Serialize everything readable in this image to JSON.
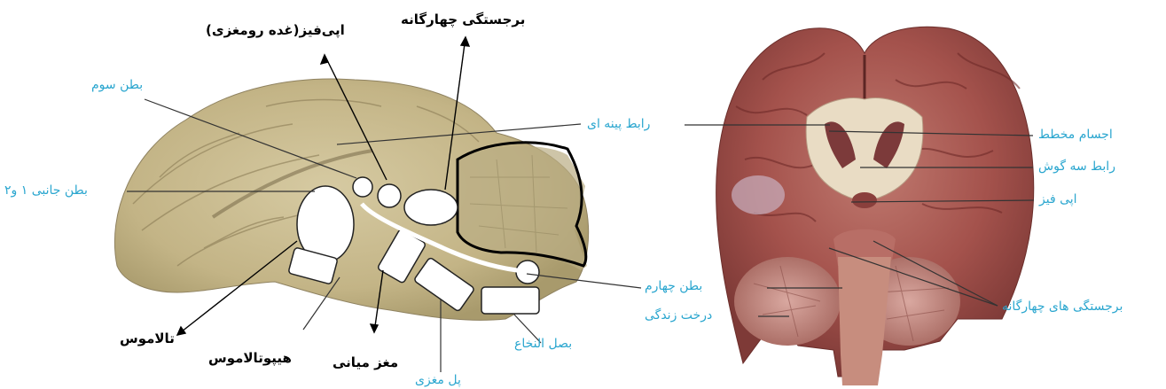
{
  "left_diagram": {
    "labels": {
      "third_ventricle": "بطن سوم",
      "lateral_ventricles": "بطن جانبی ۱ و۲",
      "epiphysis": "اپی‌فیز(غده رومغزی)",
      "quadrigeminal": "برجستگی چهارگانه",
      "corpus_callosum": "رابط پینه‌ ای",
      "fourth_ventricle": "بطن چهارم",
      "thalamus": "تالاموس",
      "hypothalamus": "هیپوتالاموس",
      "midbrain": "مغز میانی",
      "pons": "پل مغزی",
      "medulla": "بصل النخاع"
    }
  },
  "right_photo": {
    "labels": {
      "striated_bodies": "اجسام مخطط",
      "trigone": "رابط سه گوش",
      "epiphysis": "اپی فیز",
      "quadrigeminal": "برجستگی ‌های چهارگانه",
      "arbor_vitae": "درخت زندگی"
    }
  },
  "colors": {
    "blue_label": "#2aa6cf",
    "black_label": "#000000",
    "brain_tan": "#c8bb8f",
    "brain_red": "#9b4a45"
  }
}
